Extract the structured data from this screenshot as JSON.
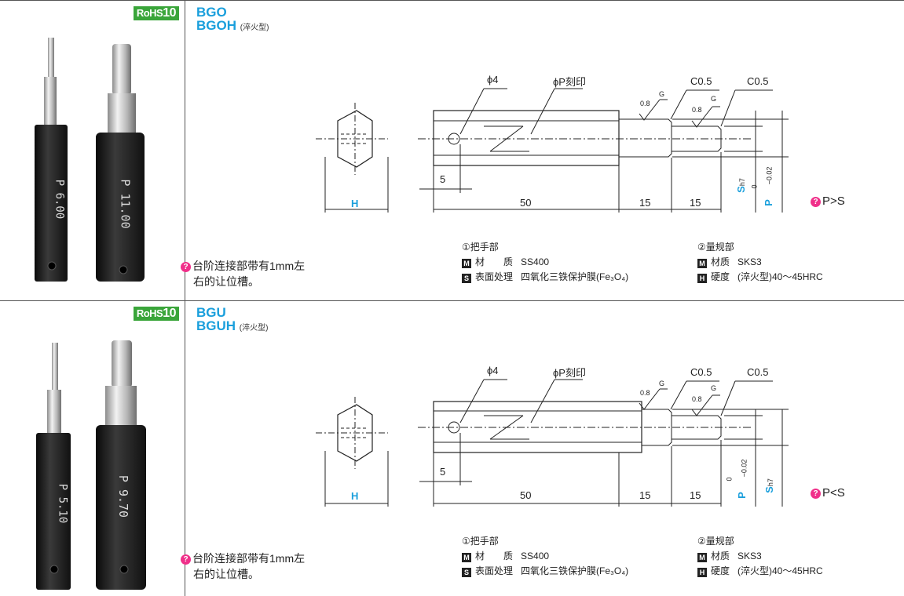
{
  "sections": [
    {
      "rohs_label": "RoHS",
      "rohs_num": "10",
      "code1": "BGO",
      "code2": "BGOH",
      "code2_note": "(淬火型)",
      "gauge_labels": [
        "P 6.00",
        "P 11.00"
      ],
      "dims": {
        "phi4": "ϕ4",
        "phiP": "ϕP刻印",
        "c05a": "C0.5",
        "c05b": "C0.5",
        "g08": "0.8",
        "g": "G",
        "five": "5",
        "fifty": "50",
        "fifteen_a": "15",
        "fifteen_b": "15",
        "H": "H",
        "S": "S",
        "Stol": "h7",
        "P": "P",
        "Ptol_upper": "0",
        "Ptol_lower": "−0.02"
      },
      "condition": "P>S",
      "note": [
        "台阶连接部带有1mm左",
        "右的让位槽。"
      ],
      "handle": {
        "title": "①把手部",
        "material_icon": "M",
        "material_label": "材　　质",
        "material": "SS400",
        "surface_icon": "S",
        "surface_label": "表面处理",
        "surface": "四氧化三铁保护膜(Fe₃O₄)"
      },
      "gauge": {
        "title": "②量规部",
        "material_icon": "M",
        "material_label": "材质",
        "material": "SKS3",
        "hardness_icon": "H",
        "hardness_label": "硬度",
        "hardness": "(淬火型)40～45HRC"
      }
    },
    {
      "rohs_label": "RoHS",
      "rohs_num": "10",
      "code1": "BGU",
      "code2": "BGUH",
      "code2_note": "(淬火型)",
      "gauge_labels": [
        "P 5.10",
        "P 9.70"
      ],
      "dims": {
        "phi4": "ϕ4",
        "phiP": "ϕP刻印",
        "c05a": "C0.5",
        "c05b": "C0.5",
        "g08": "0.8",
        "g": "G",
        "five": "5",
        "fifty": "50",
        "fifteen_a": "15",
        "fifteen_b": "15",
        "H": "H",
        "S": "S",
        "Stol": "h7",
        "P": "P",
        "Ptol_upper": "0",
        "Ptol_lower": "−0.02"
      },
      "condition": "P<S",
      "note": [
        "台阶连接部带有1mm左",
        "右的让位槽。"
      ],
      "handle": {
        "title": "①把手部",
        "material_icon": "M",
        "material_label": "材　　质",
        "material": "SS400",
        "surface_icon": "S",
        "surface_label": "表面处理",
        "surface": "四氧化三铁保护膜(Fe₃O₄)"
      },
      "gauge": {
        "title": "②量规部",
        "material_icon": "M",
        "material_label": "材质",
        "material": "SKS3",
        "hardness_icon": "H",
        "hardness_label": "硬度",
        "hardness": "(淬火型)40～45HRC"
      }
    }
  ]
}
